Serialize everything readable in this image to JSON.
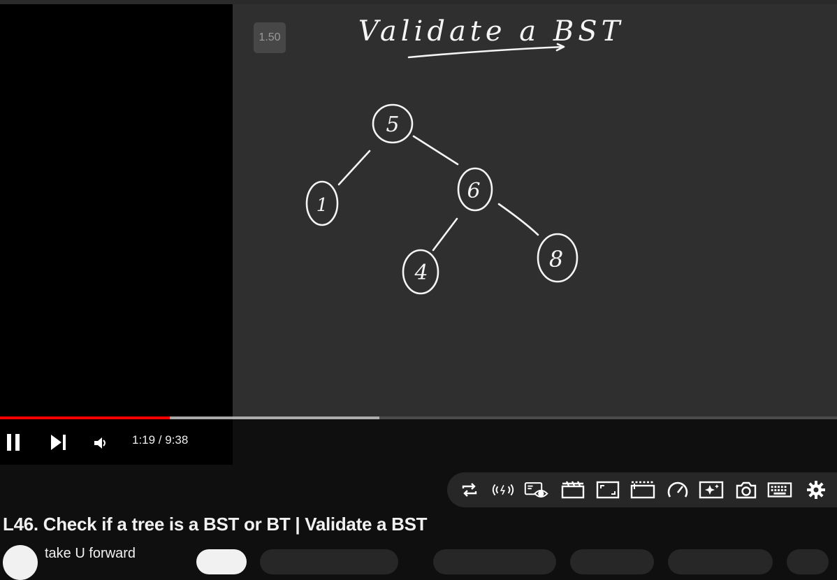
{
  "player": {
    "speed_badge": "1.50",
    "time_display": "1:19 / 9:38",
    "progress_played_fraction": 0.2025,
    "progress_buffered_fraction": 0.4533,
    "accent_color": "#ff0000"
  },
  "board": {
    "heading": "Validate a BST",
    "nodes": [
      "5",
      "1",
      "6",
      "4",
      "8"
    ]
  },
  "icons": {
    "pause": "pause-icon",
    "next": "next-icon",
    "volume": "volume-icon",
    "loop": "loop-icon",
    "live": "live-icon",
    "watch": "watch-icon",
    "clapper": "clapper-icon",
    "size": "size-icon",
    "theater": "theater-icon",
    "speed": "speed-icon",
    "sparkle": "sparkle-icon",
    "camera": "camera-icon",
    "keyboard": "keyboard-icon",
    "settings": "gear-icon"
  },
  "video": {
    "title": "L46. Check if a tree is a BST or BT | Validate a BST",
    "channel_fragment": "take U forward"
  }
}
